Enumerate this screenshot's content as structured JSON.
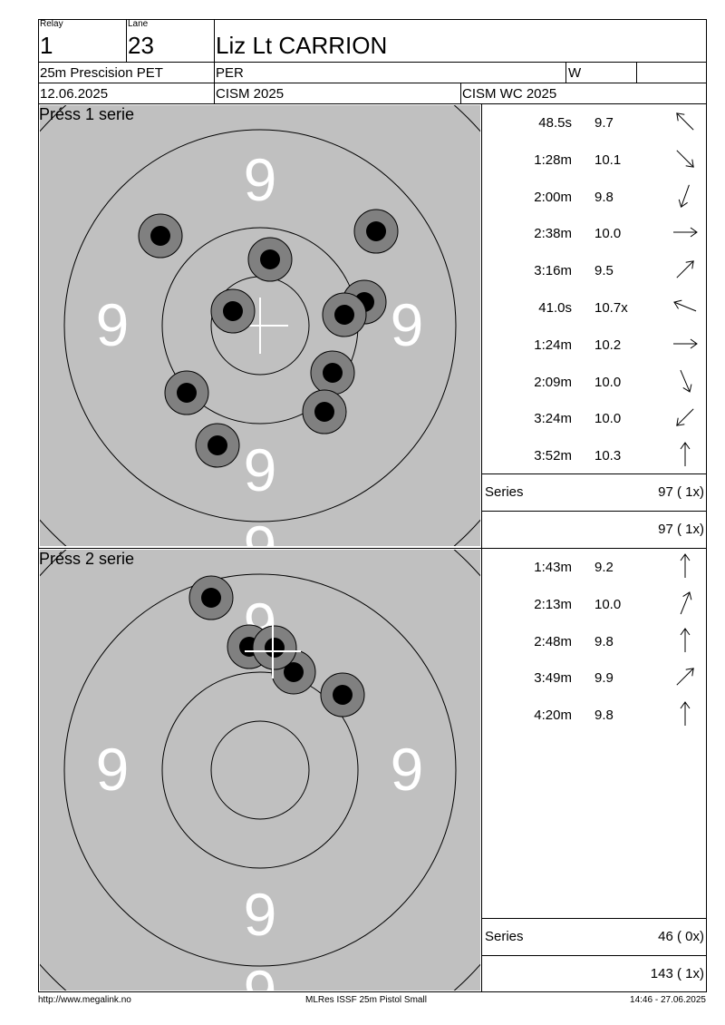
{
  "header": {
    "relay_label": "Relay",
    "relay_value": "1",
    "lane_label": "Lane",
    "lane_value": "23",
    "shooter_name": "Liz Lt CARRION",
    "event": "25m Prescision PET",
    "nation": "PER",
    "gender": "W",
    "date": "12.06.2025",
    "competition": "CISM 2025",
    "match": "CISM WC 2025"
  },
  "target_ring_label": "9",
  "series": [
    {
      "title": "Préss 1 serie",
      "shots": [
        {
          "time": "48.5s",
          "score": "9.7",
          "direction": "nw"
        },
        {
          "time": "1:28m",
          "score": "10.1",
          "direction": "se"
        },
        {
          "time": "2:00m",
          "score": "9.8",
          "direction": "ssw"
        },
        {
          "time": "2:38m",
          "score": "10.0",
          "direction": "e"
        },
        {
          "time": "3:16m",
          "score": "9.5",
          "direction": "ne"
        },
        {
          "time": "41.0s",
          "score": "10.7x",
          "direction": "wnw"
        },
        {
          "time": "1:24m",
          "score": "10.2",
          "direction": "e"
        },
        {
          "time": "2:09m",
          "score": "10.0",
          "direction": "sse"
        },
        {
          "time": "3:24m",
          "score": "10.0",
          "direction": "sw"
        },
        {
          "time": "3:52m",
          "score": "10.3",
          "direction": "n"
        }
      ],
      "series_label": "Series",
      "series_total": "97 ( 1x)",
      "running_total": "97 ( 1x)"
    },
    {
      "title": "Préss 2 serie",
      "shots": [
        {
          "time": "1:43m",
          "score": "9.2",
          "direction": "n"
        },
        {
          "time": "2:13m",
          "score": "10.0",
          "direction": "nne"
        },
        {
          "time": "2:48m",
          "score": "9.8",
          "direction": "n"
        },
        {
          "time": "3:49m",
          "score": "9.9",
          "direction": "ne"
        },
        {
          "time": "4:20m",
          "score": "9.8",
          "direction": "n"
        }
      ],
      "series_label": "Series",
      "series_total": "46 ( 0x)",
      "running_total": "143 ( 1x)"
    }
  ],
  "footer": {
    "url": "http://www.megalink.no",
    "software": "MLRes ISSF 25m Pistol Small",
    "timestamp": "14:46 - 27.06.2025"
  },
  "colors": {
    "target_bg": "#c0c0c0",
    "shot_outer": "#808080",
    "shot_inner": "#000000",
    "ring_label": "#ffffff"
  }
}
